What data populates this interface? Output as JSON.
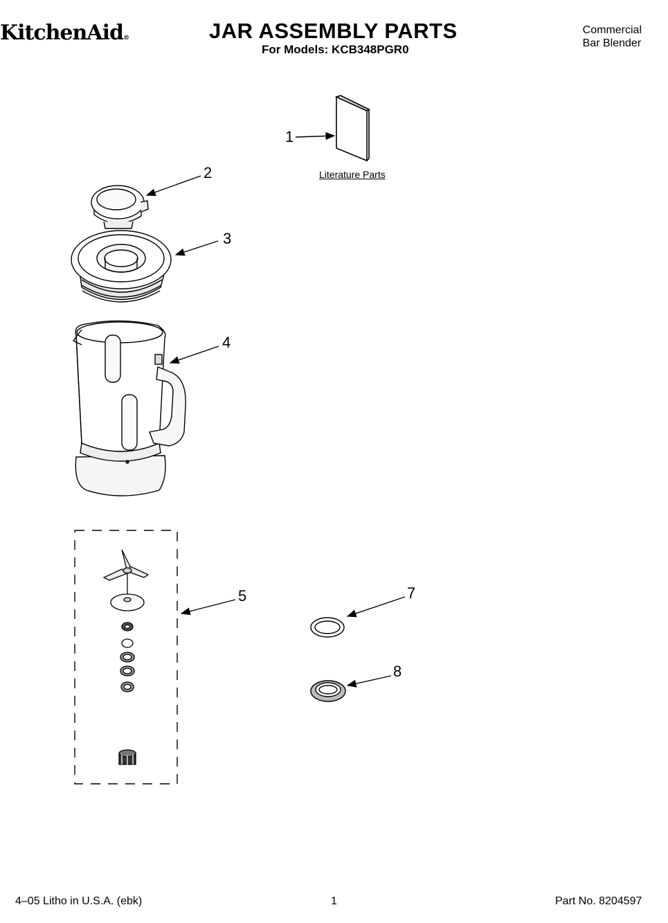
{
  "header": {
    "brand": "KitchenAid",
    "brand_mark": "®",
    "title": "JAR ASSEMBLY PARTS",
    "models_line": "For Models: KCB348PGR0",
    "category_line1": "Commercial",
    "category_line2": "Bar Blender"
  },
  "diagram": {
    "literature_caption": "Literature Parts",
    "callouts": [
      "1",
      "2",
      "3",
      "4",
      "5",
      "7",
      "8"
    ]
  },
  "footer": {
    "print_info": "4–05 Litho in U.S.A. (ebk)",
    "page_number": "1",
    "part_number": "Part No. 8204597"
  }
}
